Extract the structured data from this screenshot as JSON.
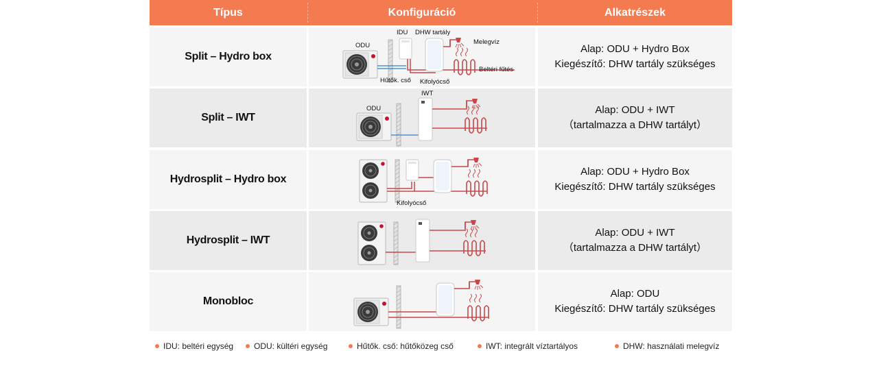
{
  "header": {
    "col1": "Típus",
    "col2": "Konfiguráció",
    "col3": "Alkatrészek"
  },
  "rows": [
    {
      "type": "Split – Hydro box",
      "parts_line1": "Alap: ODU + Hydro Box",
      "parts_line2": "Kiegészítő: DHW tartály szükséges",
      "labels": {
        "odu": "ODU",
        "idu": "IDU",
        "dhw": "DHW tartály",
        "hot": "Melegvíz",
        "heat": "Beltéri fűtés",
        "pipe": "Hűtők. cső",
        "outlet": "Kifolyócső"
      }
    },
    {
      "type": "Split – IWT",
      "parts_line1": "Alap: ODU + IWT",
      "parts_line2": "（tartalmazza a DHW tartályt）",
      "labels": {
        "odu": "ODU",
        "iwt": "IWT"
      }
    },
    {
      "type": "Hydrosplit – Hydro box",
      "parts_line1": "Alap: ODU + Hydro Box",
      "parts_line2": "Kiegészítő: DHW tartály szükséges",
      "labels": {
        "outlet": "Kifolyócső"
      }
    },
    {
      "type": "Hydrosplit – IWT",
      "parts_line1": "Alap: ODU + IWT",
      "parts_line2": "（tartalmazza a DHW tartályt）"
    },
    {
      "type": "Monobloc",
      "parts_line1": "Alap: ODU",
      "parts_line2": "Kiegészítő: DHW tartály szükséges"
    }
  ],
  "legend": [
    "IDU: beltéri egység",
    "ODU: kültéri egység",
    "Hűtők. cső: hűtőközeg cső",
    "IWT: integrált víztartályos",
    "DHW: használati melegvíz"
  ],
  "colors": {
    "accent": "#f47a4f",
    "water_pipe": "#c8474a",
    "refrigerant_pipe": "#2f7fc8"
  }
}
